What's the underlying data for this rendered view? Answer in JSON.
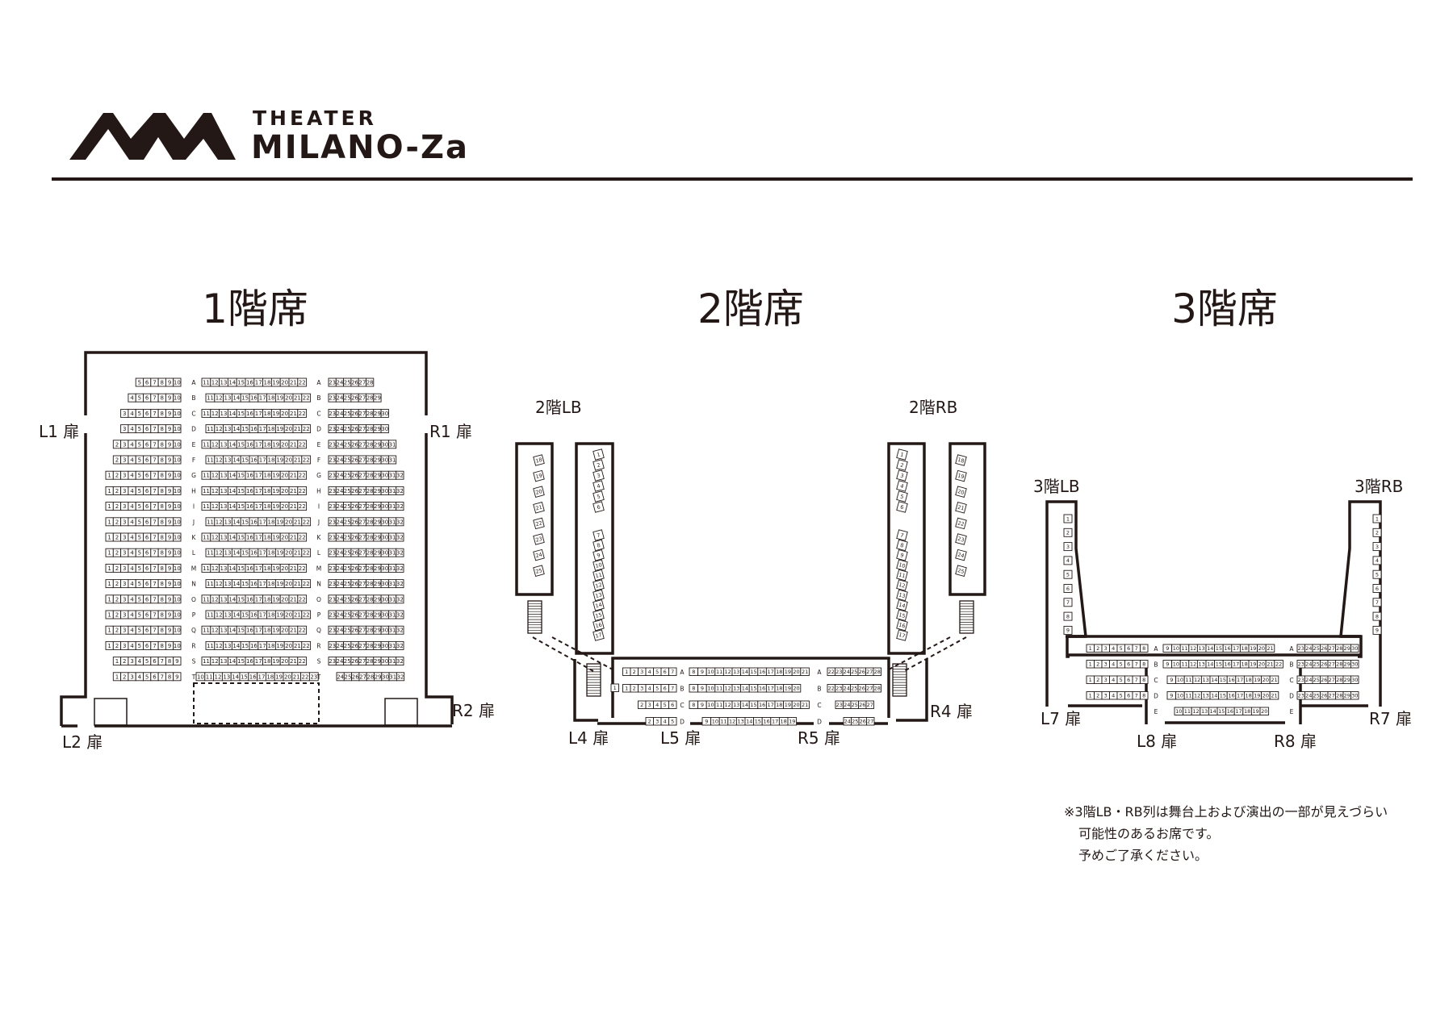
{
  "logo": {
    "line1": "THEATER",
    "line2": "MILANO-Za"
  },
  "colors": {
    "ink": "#231815",
    "paper": "#ffffff"
  },
  "floors": [
    {
      "title": "1階席"
    },
    {
      "title": "2階席"
    },
    {
      "title": "3階席"
    }
  ],
  "floor1": {
    "doors": {
      "L1": "L1 扉",
      "R1": "R1 扉",
      "L2": "L2 扉",
      "R2": "R2 扉"
    },
    "rows": [
      {
        "row": "A",
        "left": [
          5,
          6,
          7,
          8,
          9,
          10
        ],
        "center": [
          11,
          12,
          13,
          14,
          15,
          16,
          17,
          18,
          19,
          20,
          21,
          22
        ],
        "right": [
          23,
          24,
          25,
          26,
          27,
          28
        ]
      },
      {
        "row": "B",
        "left": [
          4,
          5,
          6,
          7,
          8,
          9,
          10
        ],
        "center": [
          11,
          12,
          13,
          14,
          15,
          16,
          17,
          18,
          19,
          20,
          21,
          22
        ],
        "right": [
          23,
          24,
          25,
          26,
          27,
          28,
          29
        ]
      },
      {
        "row": "C",
        "left": [
          3,
          4,
          5,
          6,
          7,
          8,
          9,
          10
        ],
        "center": [
          11,
          12,
          13,
          14,
          15,
          16,
          17,
          18,
          19,
          20,
          21,
          22
        ],
        "right": [
          23,
          24,
          25,
          26,
          27,
          28,
          29,
          30
        ]
      },
      {
        "row": "D",
        "left": [
          3,
          4,
          5,
          6,
          7,
          8,
          9,
          10
        ],
        "center": [
          11,
          12,
          13,
          14,
          15,
          16,
          17,
          18,
          19,
          20,
          21,
          22
        ],
        "right": [
          23,
          24,
          25,
          26,
          27,
          28,
          29,
          30
        ]
      },
      {
        "row": "E",
        "left": [
          2,
          3,
          4,
          5,
          6,
          7,
          8,
          9,
          10
        ],
        "center": [
          11,
          12,
          13,
          14,
          15,
          16,
          17,
          18,
          19,
          20,
          21,
          22
        ],
        "right": [
          23,
          24,
          25,
          26,
          27,
          28,
          29,
          30,
          31
        ]
      },
      {
        "row": "F",
        "left": [
          2,
          3,
          4,
          5,
          6,
          7,
          8,
          9,
          10
        ],
        "center": [
          11,
          12,
          13,
          14,
          15,
          16,
          17,
          18,
          19,
          20,
          21,
          22
        ],
        "right": [
          23,
          24,
          25,
          26,
          27,
          28,
          29,
          30,
          31
        ]
      },
      {
        "row": "G",
        "left": [
          1,
          2,
          3,
          4,
          5,
          6,
          7,
          8,
          9,
          10
        ],
        "center": [
          11,
          12,
          13,
          14,
          15,
          16,
          17,
          18,
          19,
          20,
          21,
          22
        ],
        "right": [
          23,
          24,
          25,
          26,
          27,
          28,
          29,
          30,
          31,
          32
        ]
      },
      {
        "row": "H",
        "left": [
          1,
          2,
          3,
          4,
          5,
          6,
          7,
          8,
          9,
          10
        ],
        "center": [
          11,
          12,
          13,
          14,
          15,
          16,
          17,
          18,
          19,
          20,
          21,
          22
        ],
        "right": [
          23,
          24,
          25,
          26,
          27,
          28,
          29,
          30,
          31,
          32
        ]
      },
      {
        "row": "I",
        "left": [
          1,
          2,
          3,
          4,
          5,
          6,
          7,
          8,
          9,
          10
        ],
        "center": [
          11,
          12,
          13,
          14,
          15,
          16,
          17,
          18,
          19,
          20,
          21,
          22
        ],
        "right": [
          23,
          24,
          25,
          26,
          27,
          28,
          29,
          30,
          31,
          32
        ]
      },
      {
        "row": "J",
        "left": [
          1,
          2,
          3,
          4,
          5,
          6,
          7,
          8,
          9,
          10
        ],
        "center": [
          11,
          12,
          13,
          14,
          15,
          16,
          17,
          18,
          19,
          20,
          21,
          22
        ],
        "right": [
          23,
          24,
          25,
          26,
          27,
          28,
          29,
          30,
          31,
          32
        ]
      },
      {
        "row": "K",
        "left": [
          1,
          2,
          3,
          4,
          5,
          6,
          7,
          8,
          9,
          10
        ],
        "center": [
          11,
          12,
          13,
          14,
          15,
          16,
          17,
          18,
          19,
          20,
          21,
          22
        ],
        "right": [
          23,
          24,
          25,
          26,
          27,
          28,
          29,
          30,
          31,
          32
        ]
      },
      {
        "row": "L",
        "left": [
          1,
          2,
          3,
          4,
          5,
          6,
          7,
          8,
          9,
          10
        ],
        "center": [
          11,
          12,
          13,
          14,
          15,
          16,
          17,
          18,
          19,
          20,
          21,
          22
        ],
        "right": [
          23,
          24,
          25,
          26,
          27,
          28,
          29,
          30,
          31,
          32
        ]
      },
      {
        "row": "M",
        "left": [
          1,
          2,
          3,
          4,
          5,
          6,
          7,
          8,
          9,
          10
        ],
        "center": [
          11,
          12,
          13,
          14,
          15,
          16,
          17,
          18,
          19,
          20,
          21,
          22
        ],
        "right": [
          23,
          24,
          25,
          26,
          27,
          28,
          29,
          30,
          31,
          32
        ]
      },
      {
        "row": "N",
        "left": [
          1,
          2,
          3,
          4,
          5,
          6,
          7,
          8,
          9,
          10
        ],
        "center": [
          11,
          12,
          13,
          14,
          15,
          16,
          17,
          18,
          19,
          20,
          21,
          22
        ],
        "right": [
          23,
          24,
          25,
          26,
          27,
          28,
          29,
          30,
          31,
          32
        ]
      },
      {
        "row": "O",
        "left": [
          1,
          2,
          3,
          4,
          5,
          6,
          7,
          8,
          9,
          10
        ],
        "center": [
          11,
          12,
          13,
          14,
          15,
          16,
          17,
          18,
          19,
          20,
          21,
          22
        ],
        "right": [
          23,
          24,
          25,
          26,
          27,
          28,
          29,
          30,
          31,
          32
        ]
      },
      {
        "row": "P",
        "left": [
          1,
          2,
          3,
          4,
          5,
          6,
          7,
          8,
          9,
          10
        ],
        "center": [
          11,
          12,
          13,
          14,
          15,
          16,
          17,
          18,
          19,
          20,
          21,
          22
        ],
        "right": [
          23,
          24,
          25,
          26,
          27,
          28,
          29,
          30,
          31,
          32
        ]
      },
      {
        "row": "Q",
        "left": [
          1,
          2,
          3,
          4,
          5,
          6,
          7,
          8,
          9,
          10
        ],
        "center": [
          11,
          12,
          13,
          14,
          15,
          16,
          17,
          18,
          19,
          20,
          21,
          22
        ],
        "right": [
          23,
          24,
          25,
          26,
          27,
          28,
          29,
          30,
          31,
          32
        ]
      },
      {
        "row": "R",
        "left": [
          1,
          2,
          3,
          4,
          5,
          6,
          7,
          8,
          9,
          10
        ],
        "center": [
          11,
          12,
          13,
          14,
          15,
          16,
          17,
          18,
          19,
          20,
          21,
          22
        ],
        "right": [
          23,
          24,
          25,
          26,
          27,
          28,
          29,
          30,
          31,
          32
        ]
      },
      {
        "row": "S",
        "left": [
          1,
          2,
          3,
          4,
          5,
          6,
          7,
          8,
          9
        ],
        "center": [
          11,
          12,
          13,
          14,
          15,
          16,
          17,
          18,
          19,
          20,
          21,
          22
        ],
        "right": [
          23,
          24,
          25,
          26,
          27,
          28,
          29,
          30,
          31,
          32
        ]
      },
      {
        "row": "T",
        "left": [
          1,
          2,
          3,
          4,
          5,
          6,
          7,
          8,
          9
        ],
        "center": [
          10,
          11,
          12,
          13,
          14,
          15,
          16,
          17,
          18,
          19,
          20,
          21,
          22,
          23
        ],
        "right": [
          24,
          25,
          26,
          27,
          28,
          29,
          30,
          31,
          32
        ]
      }
    ]
  },
  "floor2": {
    "LB": {
      "label": "2階LB",
      "outer": [
        18,
        19,
        20,
        21,
        22,
        23,
        24,
        25
      ],
      "inner_top": [
        1,
        2,
        3,
        4,
        5,
        6
      ],
      "inner_bottom": [
        7,
        8,
        9,
        10,
        11,
        12,
        13,
        14,
        15,
        16,
        17
      ]
    },
    "RB": {
      "label": "2階RB",
      "outer": [
        18,
        19,
        20,
        21,
        22,
        23,
        24,
        25
      ],
      "inner_top": [
        1,
        2,
        3,
        4,
        5,
        6
      ],
      "inner_bottom": [
        7,
        8,
        9,
        10,
        11,
        12,
        13,
        14,
        15,
        16,
        17
      ]
    },
    "doors": {
      "L4": "L4 扉",
      "L5": "L5 扉",
      "R4": "R4 扉",
      "R5": "R5 扉"
    },
    "rows": [
      {
        "row": "A",
        "left": [
          1,
          2,
          3,
          4,
          5,
          6,
          7
        ],
        "center": [
          8,
          9,
          10,
          11,
          12,
          13,
          14,
          15,
          16,
          17,
          18,
          19,
          20,
          21
        ],
        "right": [
          22,
          23,
          24,
          25,
          26,
          27,
          28
        ]
      },
      {
        "row": "B",
        "left": [
          1,
          2,
          3,
          4,
          5,
          6,
          7
        ],
        "center": [
          8,
          9,
          10,
          11,
          12,
          13,
          14,
          15,
          16,
          17,
          18,
          19,
          20
        ],
        "right": [
          22,
          23,
          24,
          25,
          26,
          27,
          28
        ]
      },
      {
        "row": "C",
        "left": [
          2,
          3,
          4,
          5,
          6
        ],
        "center": [
          8,
          9,
          10,
          11,
          12,
          13,
          14,
          15,
          16,
          17,
          18,
          19,
          20,
          21
        ],
        "right": [
          23,
          24,
          25,
          26,
          27
        ]
      },
      {
        "row": "D",
        "left": [
          2,
          3,
          4,
          5
        ],
        "center": [
          9,
          10,
          11,
          12,
          13,
          14,
          15,
          16,
          17,
          18,
          19
        ],
        "right": [
          24,
          25,
          26,
          27
        ]
      }
    ]
  },
  "floor3": {
    "LB": {
      "label": "3階LB",
      "seats": [
        1,
        2,
        3,
        4,
        5,
        6,
        7,
        8,
        9
      ]
    },
    "RB": {
      "label": "3階RB",
      "seats": [
        1,
        2,
        3,
        4,
        5,
        6,
        7,
        8,
        9
      ]
    },
    "doors": {
      "L7": "L7 扉",
      "R7": "R7 扉",
      "L8": "L8 扉",
      "R8": "R8 扉"
    },
    "rows": [
      {
        "row": "A",
        "left": [
          1,
          2,
          3,
          4,
          5,
          6,
          7,
          8
        ],
        "center": [
          9,
          10,
          11,
          12,
          13,
          14,
          15,
          16,
          17,
          18,
          19,
          20,
          21
        ],
        "right": [
          23,
          24,
          25,
          26,
          27,
          28,
          29,
          30
        ]
      },
      {
        "row": "B",
        "left": [
          1,
          2,
          3,
          4,
          5,
          6,
          7,
          8
        ],
        "center": [
          9,
          10,
          11,
          12,
          13,
          14,
          15,
          16,
          17,
          18,
          19,
          20,
          21,
          22
        ],
        "right": [
          23,
          24,
          25,
          26,
          27,
          28,
          29,
          30
        ]
      },
      {
        "row": "C",
        "left": [
          1,
          2,
          3,
          4,
          5,
          6,
          7,
          8
        ],
        "center": [
          9,
          10,
          11,
          12,
          13,
          14,
          15,
          16,
          17,
          18,
          19,
          20,
          21
        ],
        "right": [
          23,
          24,
          25,
          26,
          27,
          28,
          29,
          30
        ]
      },
      {
        "row": "D",
        "left": [
          1,
          2,
          3,
          4,
          5,
          6,
          7,
          8
        ],
        "center": [
          9,
          10,
          11,
          12,
          13,
          14,
          15,
          16,
          17,
          18,
          19,
          20,
          21
        ],
        "right": [
          23,
          24,
          25,
          26,
          27,
          28,
          29,
          30
        ]
      },
      {
        "row": "E",
        "left": [],
        "center": [
          10,
          11,
          12,
          13,
          14,
          15,
          16,
          17,
          18,
          19,
          20
        ],
        "right": []
      }
    ]
  },
  "note": {
    "line1": "※3階LB・RB列は舞台上および演出の一部が見えづらい",
    "line2": "可能性のあるお席です。",
    "line3": "予めご了承ください。"
  }
}
